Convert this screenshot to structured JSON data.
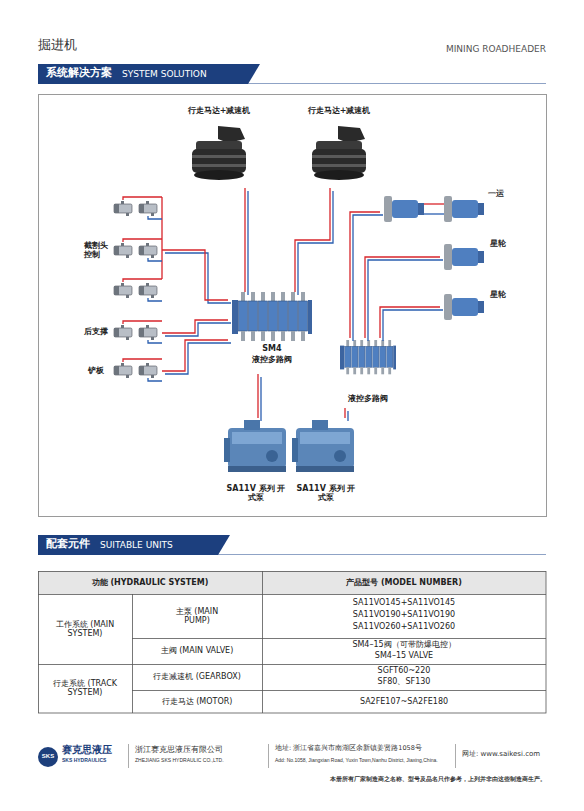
{
  "diagram": {
    "nodes": [
      {
        "text": [
          "系统解决方案",
          "SYSTEM SOLUTION"
        ]
      },
      {
        "text": [
          "行走马达+减速机"
        ]
      },
      {
        "text": [
          "行走马达+减速机"
        ]
      },
      {
        "text": [
          "一运"
        ]
      },
      {
        "text": [
          "截割头控制"
        ]
      },
      {
        "text": [
          "星轮"
        ]
      },
      {
        "text": [
          "星轮"
        ]
      },
      {
        "text": [
          "后支撑"
        ]
      },
      {
        "text": [
          "SM4",
          "液控多路阀"
        ]
      },
      {
        "text": [
          "铲板"
        ]
      },
      {
        "text": [
          "液控多路阀"
        ]
      },
      {
        "text": [
          "SA11V 系列 开式泵"
        ]
      },
      {
        "text": [
          "SA11V 系列 开式泵"
        ]
      },
      {
        "text": [
          "配套元件",
          "SUITABLE UNITS"
        ]
      }
    ],
    "edges": [
      {
        "from": 11,
        "to": 8,
        "arrow": "none"
      },
      {
        "from": 12,
        "to": 10,
        "arrow": "none"
      },
      {
        "from": 8,
        "to": 1,
        "arrow": "none"
      },
      {
        "from": 8,
        "to": 2,
        "arrow": "none"
      },
      {
        "from": 8,
        "to": 4,
        "arrow": "none"
      },
      {
        "from": 8,
        "to": 7,
        "arrow": "none"
      },
      {
        "from": 8,
        "to": 9,
        "arrow": "none"
      },
      {
        "from": 10,
        "to": 3,
        "arrow": "none"
      },
      {
        "from": 10,
        "to": 5,
        "arrow": "none"
      },
      {
        "from": 10,
        "to": 6,
        "arrow": "none"
      }
    ],
    "labels": [
      "掘进机",
      "MINING ROADHEADER",
      "功能 (HYDRAULIC SYSTEM)",
      "产品型号 (MODEL NUMBER)",
      "工作系统 (MAIN SYSTEM)",
      "主泵 (MAIN PUMP)",
      "SA11VO145+SA11VO145",
      "SA11VO190+SA11VO190",
      "SA11VO260+SA11VO260",
      "主阀 (MAIN VALVE)",
      "SM4–15阀（可带防爆电控）",
      "SM4–15 VALVE",
      "行走系统 (TRACK SYSTEM)",
      "行走减速机 (GEARBOX)",
      "SGFT60~220",
      "SF80、SF130",
      "行走马达 (MOTOR)",
      "SA2FE107~SA2FE180",
      "SKS",
      "赛克思液压",
      "SKS HYDRAULICS",
      "浙江赛克思液压有限公司",
      "ZHEJIANG SKS HYDRAULIC CO.,LTD.",
      "地址: 浙江省嘉兴市南湖区余新镇姜贤路1058号",
      "Add: No.1058, Jiangxian Road, Yuxin Town,Nanhu District, Jiaxing,China.",
      "网址: www.saikesi.com",
      "本册所有厂家制造商之名称、型号及品名只作参考，上列并非由这些制造商生产。"
    ]
  }
}
